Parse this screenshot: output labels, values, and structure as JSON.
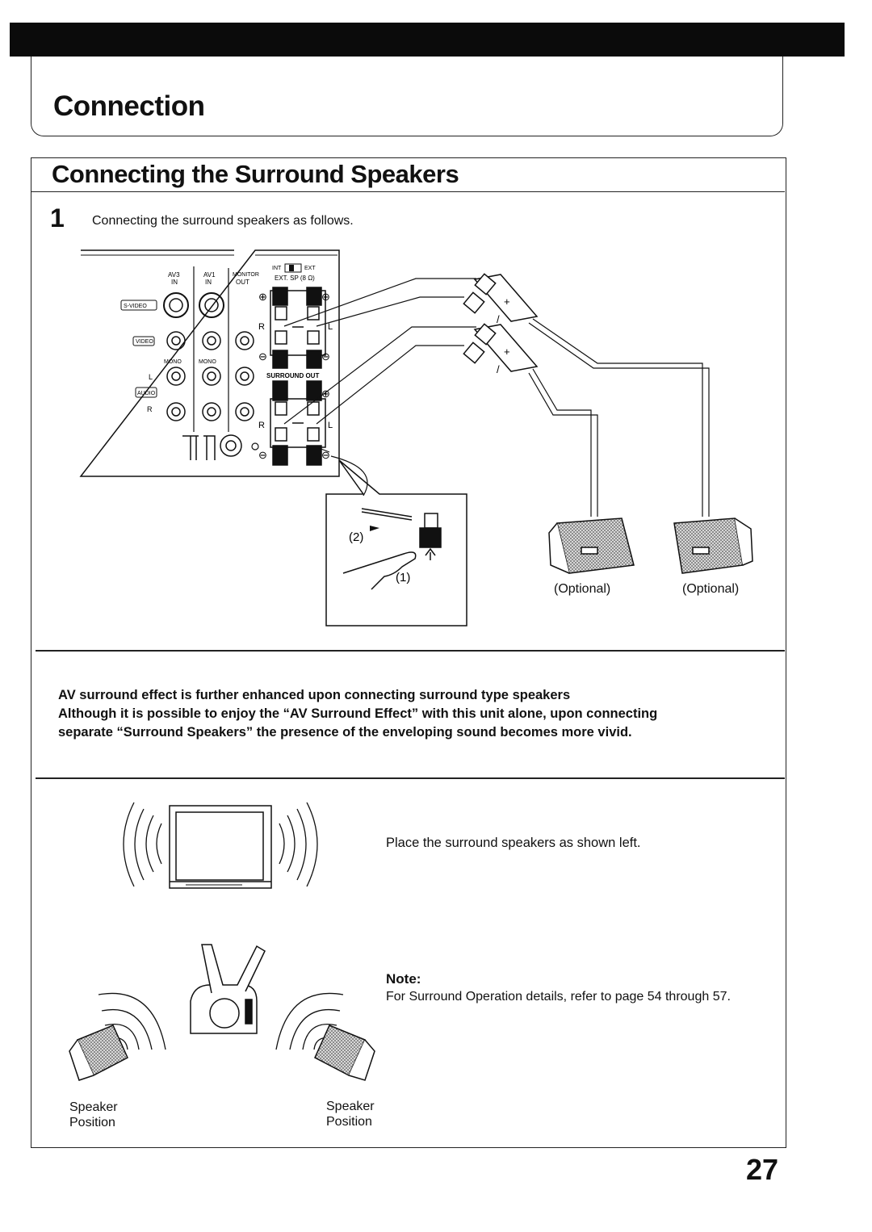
{
  "header": {
    "title": "Connection"
  },
  "section": {
    "title": "Connecting the Surround Speakers",
    "step_number": "1",
    "step_text": "Connecting the surround speakers as follows."
  },
  "panel": {
    "av3_label": "AV3",
    "av3_in": "IN",
    "av1_label": "AV1",
    "av1_in": "IN",
    "monitor_label": "MONITOR",
    "monitor_out": "OUT",
    "int_label": "INT",
    "ext_label": "EXT",
    "ext_sp_label": "EXT. SP (8 Ω)",
    "svideo_label": "S-VIDEO",
    "video_label": "VIDEO",
    "mono_left": "MONO",
    "mono_right": "MONO",
    "audio_label": "AUDIO",
    "audio_l": "L",
    "audio_r": "R",
    "surround_out_label": "SURROUND OUT",
    "ch_r_top": "R",
    "ch_l_top": "L",
    "ch_r_bottom": "R",
    "ch_l_bottom": "L",
    "plus_sign": "⊕",
    "minus_sign": "⊖"
  },
  "speaker_connectors": {
    "plus": "+",
    "minus": "/"
  },
  "inset": {
    "step2": "(2)",
    "step1": "(1)"
  },
  "optional_left": "(Optional)",
  "optional_right": "(Optional)",
  "description": {
    "line1": "AV surround effect is further enhanced upon connecting surround type speakers",
    "line2": "Although it is possible to enjoy the “AV Surround Effect” with this unit alone, upon connecting",
    "line3": "separate “Surround Speakers” the presence of the enveloping sound becomes more vivid."
  },
  "placement_text": "Place the surround speakers as shown left.",
  "note": {
    "title": "Note:",
    "text": "For Surround Operation details, refer to page 54 through 57."
  },
  "speaker_position_left": {
    "line1": "Speaker",
    "line2": "Position"
  },
  "speaker_position_right": {
    "line1": "Speaker",
    "line2": "Position"
  },
  "page_number": "27",
  "colors": {
    "ink": "#111111",
    "bar": "#0b0b0b",
    "paper": "#ffffff",
    "speaker_grill": "#9a9a9a"
  }
}
